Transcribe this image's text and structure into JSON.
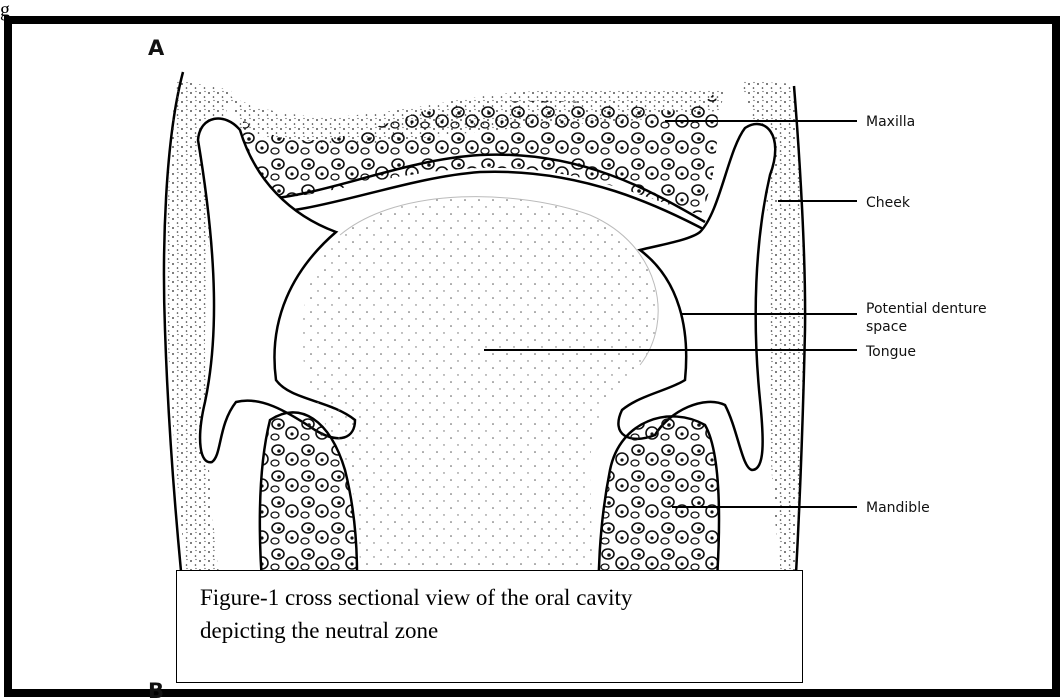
{
  "figure": {
    "cut_text": "g",
    "panel_top": "A",
    "panel_bottom": "B",
    "labels": {
      "maxilla": "Maxilla",
      "cheek": "Cheek",
      "denture_line1": "Potential denture",
      "denture_line2": "space",
      "tongue": "Tongue",
      "mandible": "Mandible"
    },
    "caption": {
      "line1": "Figure-1 cross sectional view of the oral cavity",
      "line2": "depicting the neutral zone"
    }
  }
}
